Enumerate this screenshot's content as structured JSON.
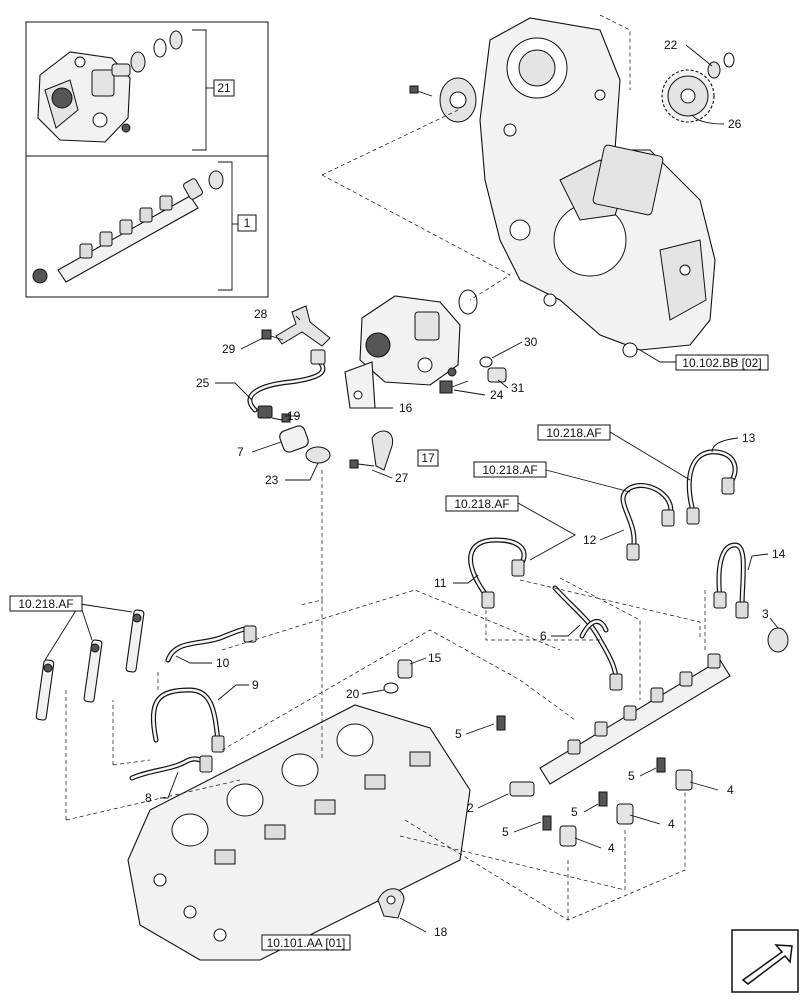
{
  "callouts": {
    "c1": "1",
    "c2": "2",
    "c3": "3",
    "c4a": "4",
    "c4b": "4",
    "c4c": "4",
    "c5a": "5",
    "c5b": "5",
    "c5c": "5",
    "c6": "6",
    "c7": "7",
    "c8": "8",
    "c9": "9",
    "c10": "10",
    "c11": "11",
    "c12": "12",
    "c13": "13",
    "c14": "14",
    "c15": "15",
    "c16": "16",
    "c17": "17",
    "c18": "18",
    "c19": "19",
    "c20": "20",
    "c21": "21",
    "c22": "22",
    "c23": "23",
    "c24": "24",
    "c25": "25",
    "c26": "26",
    "c27": "27",
    "c28": "28",
    "c29": "29",
    "c30": "30",
    "c31": "31"
  },
  "references": {
    "ref_a": "10.218.AF",
    "ref_b": "10.218.AF",
    "ref_c": "10.218.AF",
    "ref_d": "10.218.AF",
    "ref_cover": "10.102.BB [02]",
    "ref_head": "10.101.AA [01]"
  },
  "icons": {
    "nav": "next-page-arrow-icon"
  }
}
